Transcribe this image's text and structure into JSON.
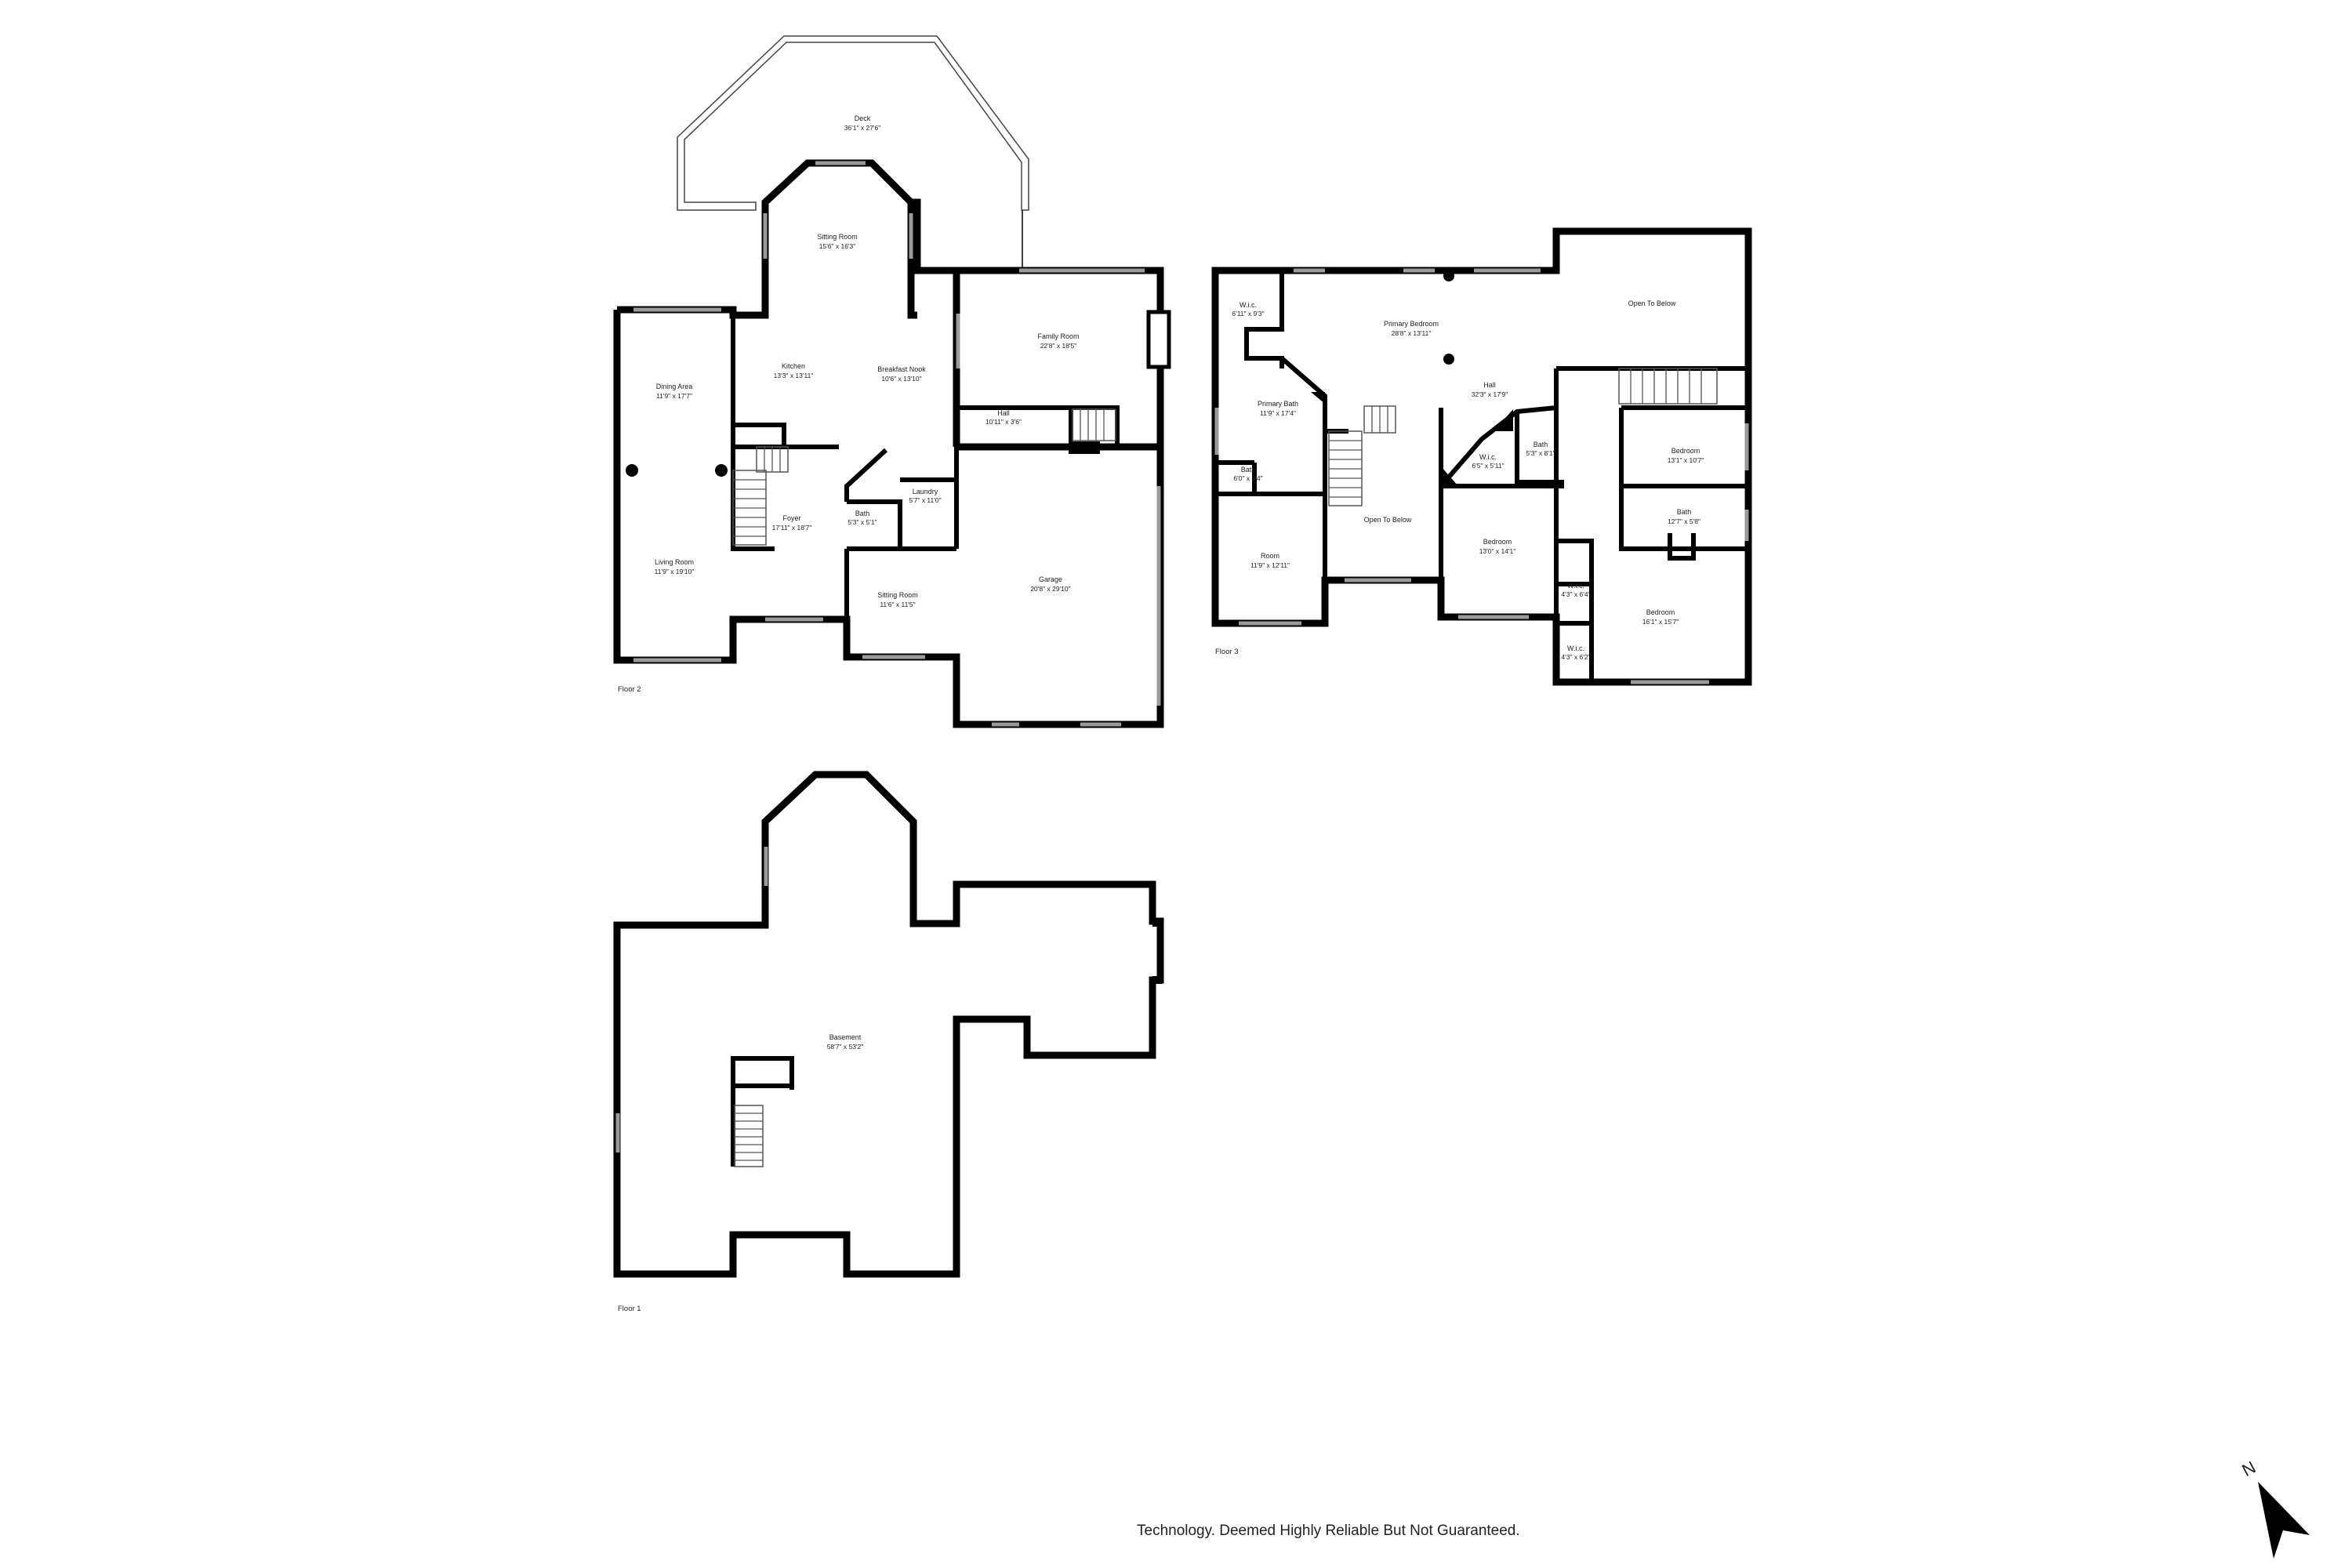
{
  "floors": {
    "floor2": {
      "label": "Floor 2",
      "rooms": {
        "deck": {
          "name": "Deck",
          "dims": "36'1\" x 27'6\""
        },
        "sitting_room_top": {
          "name": "Sitting Room",
          "dims": "15'6\" x 16'3\""
        },
        "family_room": {
          "name": "Family Room",
          "dims": "22'8\" x 18'5\""
        },
        "dining_area": {
          "name": "Dining Area",
          "dims": "11'9\" x 17'7\""
        },
        "kitchen": {
          "name": "Kitchen",
          "dims": "13'3\" x 13'11\""
        },
        "breakfast_nook": {
          "name": "Breakfast Nook",
          "dims": "10'6\" x 13'10\""
        },
        "hall": {
          "name": "Hall",
          "dims": "10'11\" x 3'6\""
        },
        "laundry": {
          "name": "Laundry",
          "dims": "5'7\" x 11'0\""
        },
        "bath": {
          "name": "Bath",
          "dims": "5'3\" x 5'1\""
        },
        "foyer": {
          "name": "Foyer",
          "dims": "17'11\" x 18'7\""
        },
        "living_room": {
          "name": "Living Room",
          "dims": "11'9\" x 19'10\""
        },
        "sitting_room_bottom": {
          "name": "Sitting Room",
          "dims": "11'6\" x 11'5\""
        },
        "garage": {
          "name": "Garage",
          "dims": "20'8\" x 29'10\""
        }
      }
    },
    "floor3": {
      "label": "Floor 3",
      "rooms": {
        "wic_top": {
          "name": "W.i.c.",
          "dims": "6'11\" x 9'3\""
        },
        "primary_bedroom": {
          "name": "Primary Bedroom",
          "dims": "28'8\" x 13'11\""
        },
        "open_below_top": {
          "name": "Open To Below"
        },
        "primary_bath": {
          "name": "Primary Bath",
          "dims": "11'9\" x 17'4\""
        },
        "hall": {
          "name": "Hall",
          "dims": "32'3\" x 17'9\""
        },
        "wic_mid": {
          "name": "W.i.c.",
          "dims": "6'5\" x 5'11\""
        },
        "bath_mid": {
          "name": "Bath",
          "dims": "5'3\" x 8'1\""
        },
        "bedroom_ne": {
          "name": "Bedroom",
          "dims": "13'1\" x 10'7\""
        },
        "bath_small": {
          "name": "Bath",
          "dims": "6'0\" x 3'4\""
        },
        "open_below_mid": {
          "name": "Open To Below"
        },
        "bath_east": {
          "name": "Bath",
          "dims": "12'7\" x 5'8\""
        },
        "room": {
          "name": "Room",
          "dims": "11'9\" x 12'11\""
        },
        "bedroom_mid": {
          "name": "Bedroom",
          "dims": "13'0\" x 14'1\""
        },
        "wic_se1": {
          "name": "W.i.c.",
          "dims": "4'3\" x 6'4\""
        },
        "bedroom_se": {
          "name": "Bedroom",
          "dims": "16'1\" x 15'7\""
        },
        "wic_se2": {
          "name": "W.i.c.",
          "dims": "4'3\" x 6'2\""
        }
      }
    },
    "floor1": {
      "label": "Floor 1",
      "rooms": {
        "basement": {
          "name": "Basement",
          "dims": "58'7\" x 53'2\""
        }
      }
    }
  },
  "compass": {
    "label": "N"
  },
  "disclaimer": "Technology. Deemed Highly Reliable But Not Guaranteed.",
  "colors": {
    "wall": "#000000",
    "window": "#9a9a9a",
    "background": "#ffffff"
  }
}
